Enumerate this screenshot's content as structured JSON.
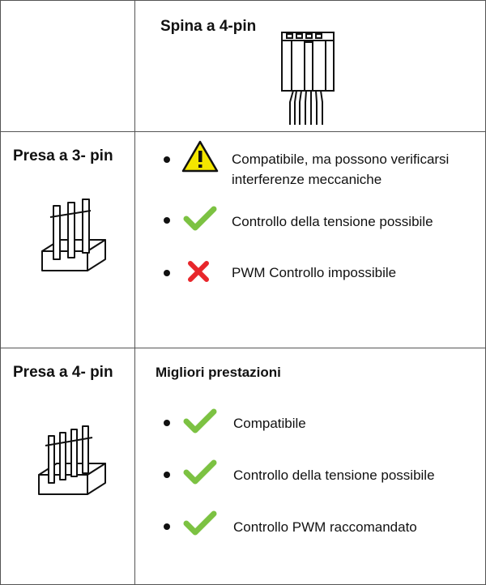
{
  "header": {
    "plug_title": "Spina a 4-pin"
  },
  "rows": [
    {
      "socket_title": "Presa a 3- pin",
      "items": [
        {
          "icon": "warning-icon",
          "text": "Compatibile, ma possono verificarsi interferenze meccaniche"
        },
        {
          "icon": "check-icon",
          "text": "Controllo della tensione possibile"
        },
        {
          "icon": "cross-icon",
          "text": "PWM Controllo impossibile"
        }
      ]
    },
    {
      "socket_title": "Presa a 4- pin",
      "heading": "Migliori prestazioni",
      "items": [
        {
          "icon": "check-icon",
          "text": "Compatibile"
        },
        {
          "icon": "check-icon",
          "text": "Controllo della tensione possibile"
        },
        {
          "icon": "check-icon",
          "text": "Controllo PWM raccomandato"
        }
      ]
    }
  ],
  "colors": {
    "check": "#7cc242",
    "cross": "#e8262b",
    "warning": "#f4e600",
    "border": "#555555"
  }
}
